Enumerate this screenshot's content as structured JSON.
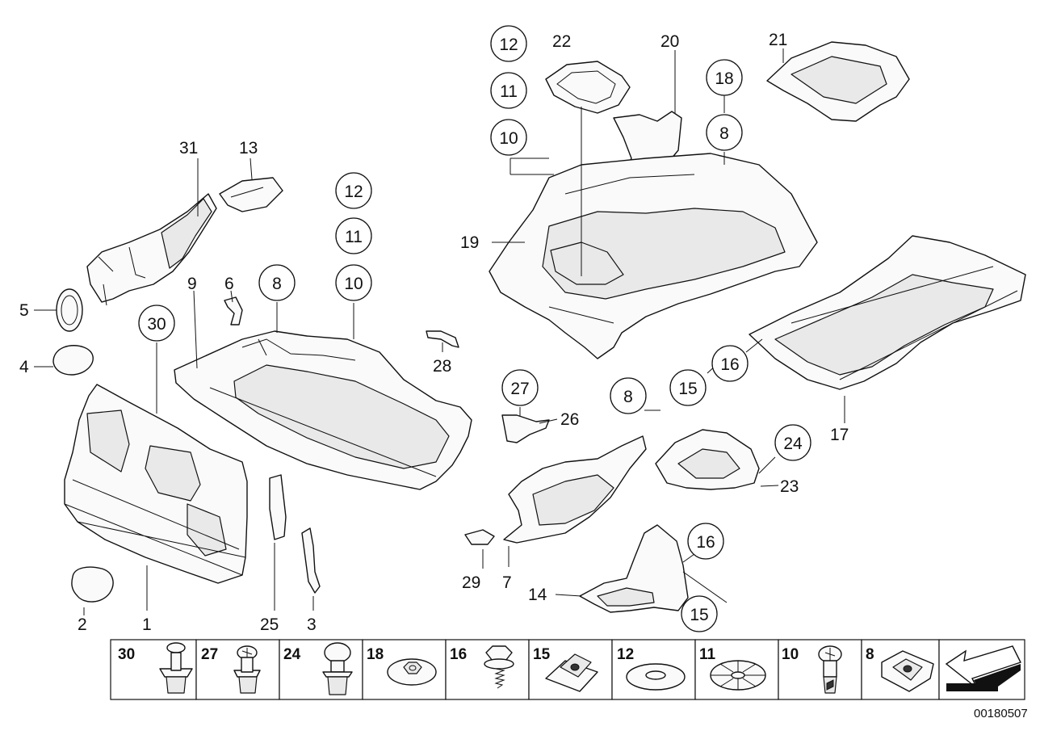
{
  "callouts": {
    "c31": "31",
    "c13": "13",
    "c9": "9",
    "c6": "6",
    "c8a": "8",
    "c10a": "10",
    "c11a": "11",
    "c12a": "12",
    "c30": "30",
    "c5": "5",
    "c4": "4",
    "c2": "2",
    "c1": "1",
    "c25": "25",
    "c3": "3",
    "c28": "28",
    "c12b": "12",
    "c11b": "11",
    "c10b": "10",
    "c22": "22",
    "c20": "20",
    "c21": "21",
    "c18": "18",
    "c8b": "8",
    "c19": "19",
    "c16a": "16",
    "c15a": "15",
    "c17": "17",
    "c27": "27",
    "c26": "26",
    "c8c": "8",
    "c24": "24",
    "c23": "23",
    "c29": "29",
    "c7": "7",
    "c16b": "16",
    "c14": "14",
    "c15b": "15"
  },
  "fastener_strip": [
    {
      "label": "30",
      "icon": "push-rivet-icon"
    },
    {
      "label": "27",
      "icon": "screw-rivet-icon"
    },
    {
      "label": "24",
      "icon": "expanding-rivet-icon"
    },
    {
      "label": "18",
      "icon": "flange-nut-icon"
    },
    {
      "label": "16",
      "icon": "hex-bolt-icon"
    },
    {
      "label": "15",
      "icon": "clip-nut-icon"
    },
    {
      "label": "12",
      "icon": "washer-icon"
    },
    {
      "label": "11",
      "icon": "star-washer-icon"
    },
    {
      "label": "10",
      "icon": "spreading-rivet-icon"
    },
    {
      "label": "8",
      "icon": "speed-nut-icon"
    },
    {
      "label": "",
      "icon": "direction-arrow-icon"
    }
  ],
  "document_number": "00180507"
}
